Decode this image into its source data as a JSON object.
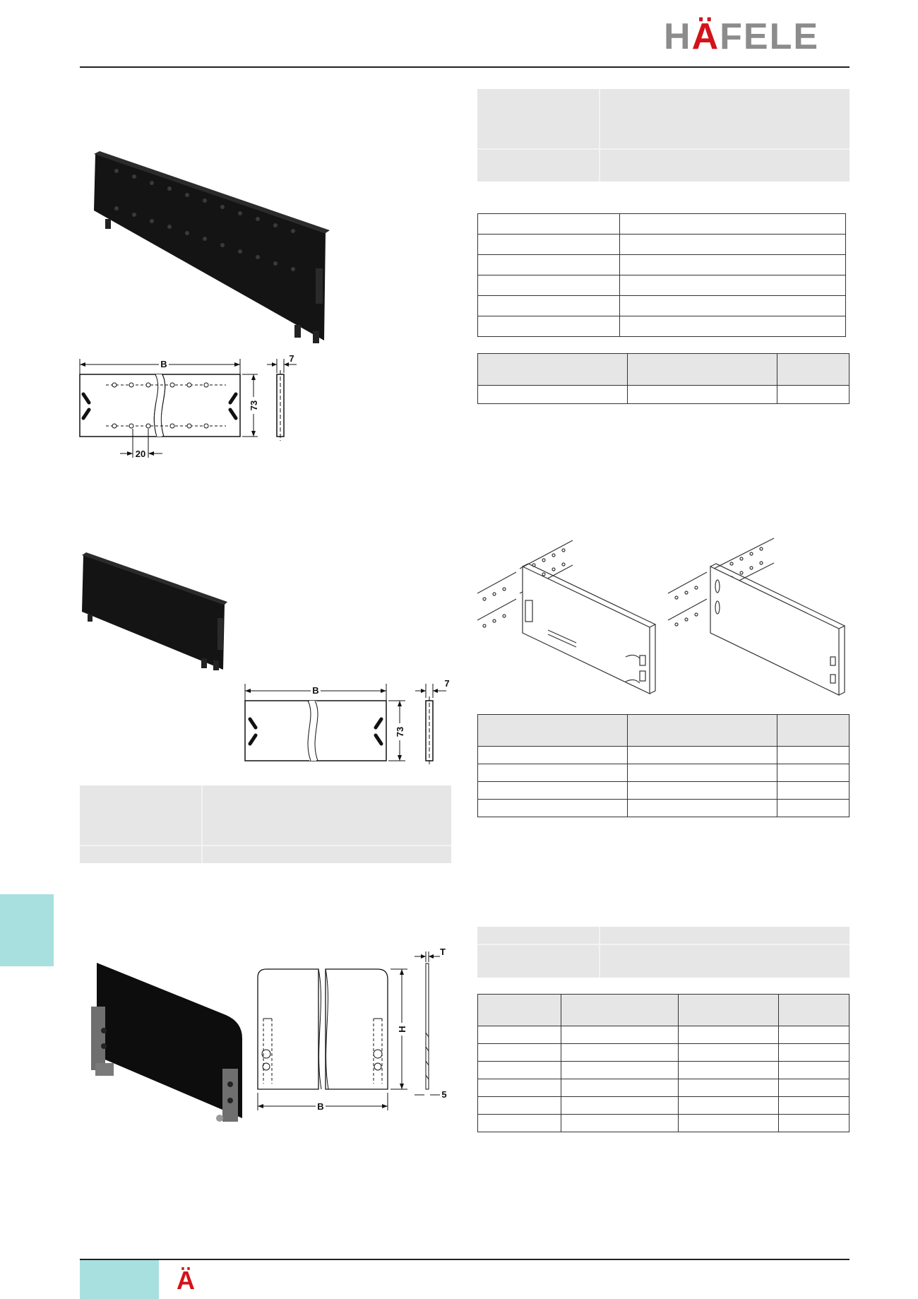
{
  "brand": {
    "logo_text_a": "H",
    "logo_text_red": "Ä",
    "logo_text_b": "FELE",
    "footer_mark": "Ä",
    "brand_color": "#d4121a",
    "logo_grey": "#8c8c8c",
    "tab_color": "#a8e0e0"
  },
  "drawing1": {
    "label_b": "B",
    "label_h": "73",
    "label_t": "7",
    "label_pitch": "20"
  },
  "drawing2": {
    "label_b": "B",
    "label_h": "73",
    "label_t": "7"
  },
  "drawing3": {
    "label_b": "B",
    "label_h": "H",
    "label_t": "T",
    "label_base": "5"
  }
}
